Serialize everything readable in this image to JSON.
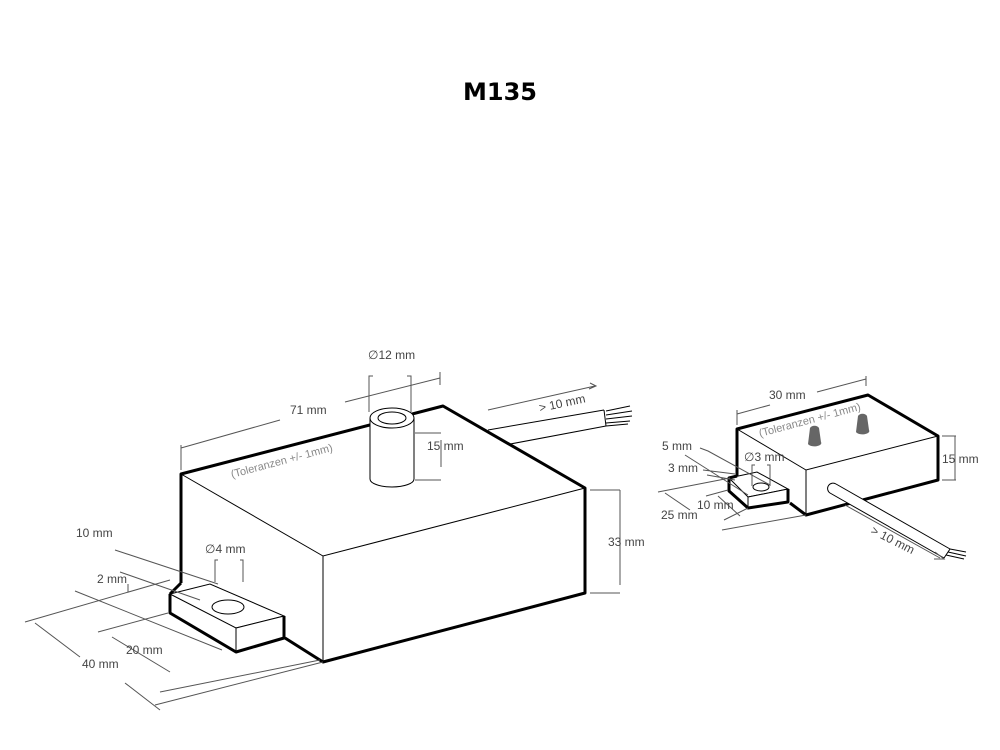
{
  "title": "M135",
  "large_module": {
    "tolerance": "(Toleranzen +/- 1mm)",
    "length": "71 mm",
    "depth": "40 mm",
    "height": "33 mm",
    "post_diameter": "12 mm",
    "post_height": "15 mm",
    "cable": "> 10 mm",
    "hole_diameter": "4 mm",
    "tab_width": "20 mm",
    "tab_length": "10 mm",
    "tab_offset": "2 mm"
  },
  "small_module": {
    "tolerance": "(Toleranzen +/- 1mm)",
    "length": "30 mm",
    "height": "15 mm",
    "depth": "25 mm",
    "hole_diameter": "3 mm",
    "tab_length": "5 mm",
    "tab_offset": "3 mm",
    "tab_width": "10 mm",
    "cable": "> 10 mm"
  },
  "diameter_symbol": "∅"
}
